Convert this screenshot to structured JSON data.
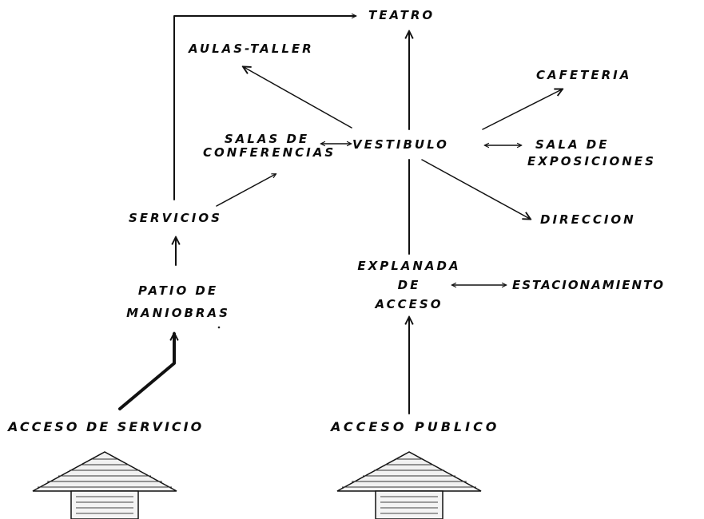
{
  "nodes": {
    "teatro": "TEATRO",
    "aulas_taller": "AULAS-TALLER",
    "cafeteria": "CAFETERIA",
    "salas_conferencias_1": "SALAS DE",
    "salas_conferencias_2": "CONFERENCIAS",
    "vestibulo": "VESTIBULO",
    "sala_exposiciones_1": "SALA DE",
    "sala_exposiciones_2": "EXPOSICIONES",
    "servicios": "SERVICIOS",
    "direccion": "DIRECCION",
    "explanada_1": "EXPLANADA",
    "explanada_2": "DE",
    "explanada_3": "ACCESO",
    "estacionamiento": "ESTACIONAMIENTO",
    "patio_1": "PATIO DE",
    "patio_2": "MANIOBRAS",
    "acceso_servicio": "ACCESO DE SERVICIO",
    "acceso_publico": "ACCESO PUBLICO"
  },
  "icons": {
    "entry_arrow": "entry-arrow-icon"
  },
  "colors": {
    "ink": "#111111",
    "paper": "#ffffff"
  }
}
